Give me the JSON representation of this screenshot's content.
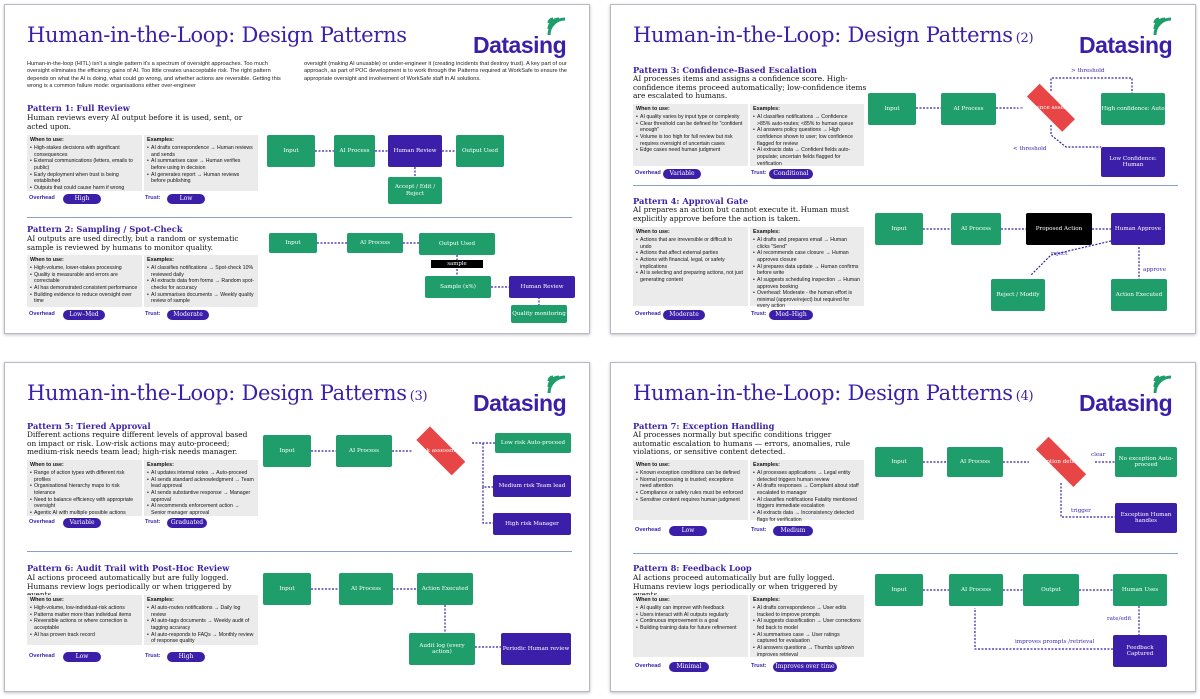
{
  "brand": {
    "logo_text": "Datasing",
    "accent": "#3b1fa8",
    "node_green": "#1f9e6b",
    "decision_red": "#e84646"
  },
  "labels": {
    "when": "When to use:",
    "examples": "Examples:",
    "overhead": "Overhead",
    "trust": "Trust:"
  },
  "slides": [
    {
      "title": "Human-in-the-Loop: Design Patterns",
      "num": "",
      "intro_left": "Human-in-the-loop (HITL) isn't a single pattern it's a spectrum of oversight approaches. Too much oversight eliminates the efficiency gains of AI. Too little creates unacceptable risk. The right pattern depends on what the AI is doing, what could go wrong, and whether actions are reversible. Getting this wrong is a common failure mode: organisations either over-engineer",
      "intro_right": "oversight (making AI unusable) or under-engineer it (creating incidents that destroy trust). A key part of our approach, as part of POC development is to work through the Patterns required at WorkSafe to ensure the appropriate oversight and involvement of WorkSafe staff in AI solutions.",
      "patterns": [
        {
          "title": "Pattern 1: Full Review",
          "desc": "Human reviews every AI output before it is used, sent, or acted upon.",
          "when": [
            "High-stakes decisions with significant consequences",
            "External communications (letters, emails to public)",
            "Early deployment when trust is being established",
            "Outputs that could cause harm if wrong"
          ],
          "examples": [
            "AI drafts correspondence → Human reviews and sends",
            "AI summarises case → Human verifies before using in decision",
            "AI generates report → Human reviews before publishing"
          ],
          "overhead": "High",
          "trust": "Low"
        },
        {
          "title": "Pattern 2: Sampling / Spot-Check",
          "desc": "AI outputs are used directly, but a random or systematic sample is reviewed by humans to monitor quality.",
          "when": [
            "High-volume, lower-stakes processing",
            "Quality is measurable and errors are correctable",
            "AI has demonstrated consistent performance",
            "Building evidence to reduce oversight over time"
          ],
          "examples": [
            "AI classifies notifications → Spot-check 10% reviewed daily",
            "AI extracts data from forms → Random spot-checks for accuracy",
            "AI summarises documents → Weekly quality review of sample"
          ],
          "overhead": "Low–Med",
          "trust": "Moderate"
        }
      ],
      "flow1": {
        "input": "Input",
        "ai": "AI Process",
        "human": "Human Review",
        "output": "Output Used",
        "edit": "Accept / Edit / Reject"
      },
      "flow2": {
        "input": "Input",
        "ai": "AI Process",
        "output": "Output Used",
        "sample_tag": "sample",
        "sample": "Sample (x%)",
        "human": "Human Review",
        "monitor": "Quality monitoring"
      }
    },
    {
      "title": "Human-in-the-Loop: Design Patterns",
      "num": "(2)",
      "patterns": [
        {
          "title": "Pattern 3: Confidence-Based Escalation",
          "desc": "AI processes items and assigns a confidence score. High-confidence items proceed automatically; low-confidence items are escalated to humans.",
          "when": [
            "AI quality varies by input type or complexity",
            "Clear threshold can be defined for \"confident enough\"",
            "Volume is too high for full review but risk requires oversight of uncertain cases",
            "Edge cases need human judgment"
          ],
          "examples": [
            "AI classifies notifications → Confidence >85% auto-routes; <85% to human queue",
            "AI answers policy questions → High confidence shown to user; low confidence flagged for review",
            "AI extracts data → Confident fields auto-populate; uncertain fields flagged for verification"
          ],
          "overhead": "Variable",
          "trust": "Conditional"
        },
        {
          "title": "Pattern 4: Approval Gate",
          "desc": "AI prepares an action but cannot execute it. Human must explicitly approve before the action is taken.",
          "when": [
            "Actions that are irreversible or difficult to undo",
            "Actions that affect external parties",
            "Actions with financial, legal, or safety implications",
            "AI is selecting and preparing actions, not just generating content"
          ],
          "examples": [
            "AI drafts and prepares email → Human clicks \"Send\"",
            "AI recommends case closure → Human approves closure",
            "AI prepares data update → Human confirms before write",
            "AI suggests scheduling inspection → Human approves booking",
            "Overhead: Moderate - the human effort is minimal (approve/reject) but required for every action"
          ],
          "overhead": "Moderate",
          "trust": "Med–High"
        }
      ],
      "flow3": {
        "input": "Input",
        "ai": "AI Process",
        "decision": "Confidence assessment",
        "above": "> threshold",
        "below": "< threshold",
        "high": "High confidence: Auto",
        "low": "Low Confidence: Human"
      },
      "flow4": {
        "input": "Input",
        "ai": "AI Process",
        "proposed": "Proposed Action",
        "human": "Human Approve",
        "reject": "reject",
        "approve": "approve",
        "modify": "Reject / Modify",
        "executed": "Action Executed"
      }
    },
    {
      "title": "Human-in-the-Loop: Design Patterns",
      "num": "(3)",
      "patterns": [
        {
          "title": "Pattern 5: Tiered Approval",
          "desc": "Different actions require different levels of approval based on impact or risk. Low-risk actions may auto-proceed; medium-risk needs team lead; high-risk needs manager.",
          "when": [
            "Range of action types with different risk profiles",
            "Organisational hierarchy maps to risk tolerance",
            "Need to balance efficiency with appropriate oversight",
            "Agentic AI with multiple possible actions"
          ],
          "examples": [
            "AI updates internal notes → Auto-proceed",
            "AI sends standard acknowledgment → Team lead approval",
            "AI sends substantive response → Manager approval",
            "AI recommends enforcement action → Senior manager approval"
          ],
          "overhead": "Variable",
          "trust": "Graduated"
        },
        {
          "title": "Pattern 6: Audit Trail with Post-Hoc Review",
          "desc": "AI actions proceed automatically but are fully logged. Humans review logs periodically or when triggered by events.",
          "when": [
            "High-volume, low-individual-risk actions",
            "Patterns matter more than individual items",
            "Reversible actions or where correction is acceptable",
            "AI has proven track record"
          ],
          "examples": [
            "AI auto-routes notifications → Daily log review",
            "AI auto-tags documents → Weekly audit of tagging accuracy",
            "AI auto-responds to FAQs → Monthly review of response quality"
          ],
          "overhead": "Low",
          "trust": "High"
        }
      ],
      "flow5": {
        "input": "Input",
        "ai": "AI Process",
        "decision": "Risk assessment",
        "low": "Low risk Auto-proceed",
        "medium": "Medium risk Team lead",
        "high": "High risk Manager"
      },
      "flow6": {
        "input": "Input",
        "ai": "AI Process",
        "executed": "Action Executed",
        "audit": "Audit log (every action)",
        "periodic": "Periodic Human review"
      }
    },
    {
      "title": "Human-in-the-Loop: Design Patterns",
      "num": "(4)",
      "patterns": [
        {
          "title": "Pattern 7: Exception Handling",
          "desc": "AI processes normally but specific conditions trigger automatic escalation to humans — errors, anomalies, rule violations, or sensitive content detected.",
          "when": [
            "Known exception conditions can be defined",
            "Normal processing is trusted; exceptions need attention",
            "Compliance or safety rules must be enforced",
            "Sensitive content requires human judgment"
          ],
          "examples": [
            "AI processes applications → Legal entity detected triggers human review",
            "AI drafts responses → Complaint about staff escalated to manager",
            "AI classifies notifications Fatality mentioned triggers immediate escalation",
            "AI extracts data → Inconsistency detected flags for verification"
          ],
          "overhead": "Low",
          "trust": "Medium"
        },
        {
          "title": "Pattern 8: Feedback Loop",
          "desc": "AI actions proceed automatically but are fully logged. Humans review logs periodically or when triggered by events.",
          "when": [
            "AI quality can improve with feedback",
            "Users interact with AI outputs regularly",
            "Continuous improvement is a goal",
            "Building training data for future refinement"
          ],
          "examples": [
            "AI drafts correspondence → User edits tracked to improve prompts",
            "AI suggests classification → User corrections fed back to model",
            "AI summarises case → User ratings captured for evaluation",
            "AI answers questions → Thumbs up/down improves retrieval"
          ],
          "overhead": "Minimal",
          "trust": "Improves over time"
        }
      ],
      "flow7": {
        "input": "Input",
        "ai": "AI Process",
        "decision": "Exception detection",
        "clear": "clear",
        "trigger": "trigger",
        "none": "No exception Auto-proceed",
        "exc": "Exception Human handles"
      },
      "flow8": {
        "input": "Input",
        "ai": "AI Process",
        "output": "Output",
        "human": "Human Uses",
        "rate": "rate/edit",
        "improves": "improves prompts /retrieval",
        "feedback": "Feedback Captured"
      }
    }
  ]
}
